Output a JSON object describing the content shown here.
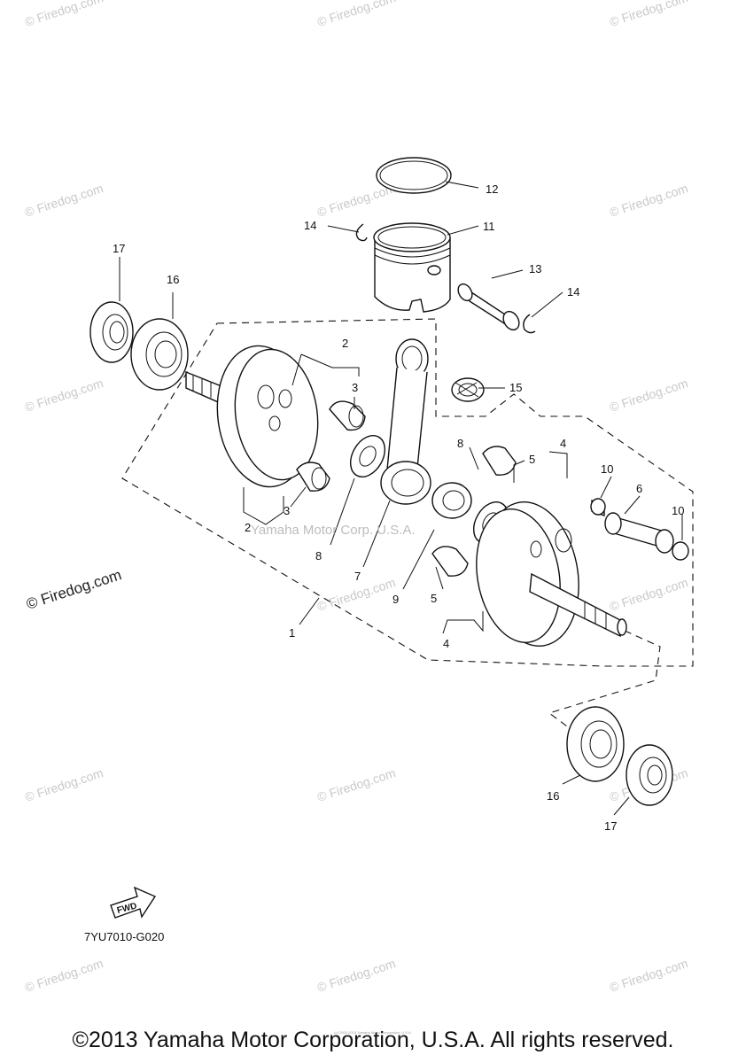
{
  "diagram": {
    "drawing_code": "7YU7010-G020",
    "fwd_label": "FWD",
    "center_watermark": "Yamaha Motor Corp. U.S.A.",
    "watermark_text": "© Firedog.com",
    "copyright": "©2013 Yamaha Motor Corporation, U.S.A. All rights reserved.",
    "fine_print": "(c) 2000-2015 Yamaha Motor Corporation, U.S.A.",
    "callouts": {
      "c1": "1",
      "c2a": "2",
      "c2b": "2",
      "c3a": "3",
      "c3b": "3",
      "c4a": "4",
      "c4b": "4",
      "c5a": "5",
      "c5b": "5",
      "c6": "6",
      "c7": "7",
      "c8a": "8",
      "c8b": "8",
      "c9": "9",
      "c10a": "10",
      "c10b": "10",
      "c11": "11",
      "c12": "12",
      "c13": "13",
      "c14a": "14",
      "c14b": "14",
      "c15": "15",
      "c16a": "16",
      "c16b": "16",
      "c17a": "17",
      "c17b": "17"
    }
  }
}
